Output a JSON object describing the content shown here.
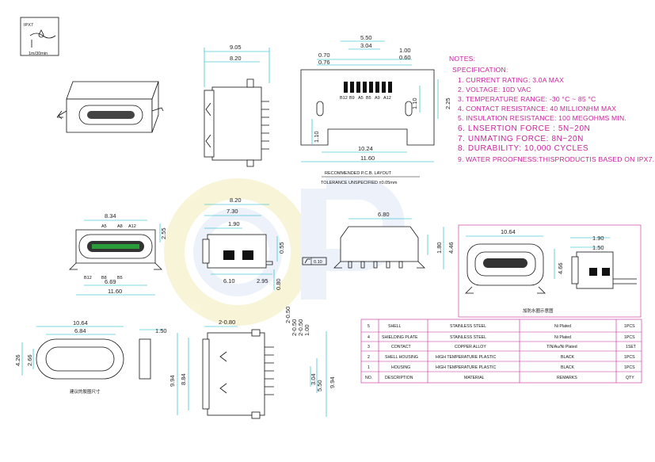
{
  "ipx_badge": {
    "title": "IPX7",
    "depth": "1m/30min"
  },
  "top_view": {
    "dims": [
      "9.05",
      "8.20"
    ]
  },
  "pcb_layout": {
    "dims_top": [
      "5.50",
      "3.04",
      "1.00",
      "0.60",
      "0.70",
      "0.76"
    ],
    "pins": [
      "B12",
      "B9",
      "A5",
      "B5",
      "A9",
      "A12"
    ],
    "dims_right": [
      "1.10",
      "2.25"
    ],
    "dims_left": "1.10",
    "dims_bottom": [
      "10.24",
      "11.60"
    ],
    "label": "RECOMMENDED  P.C.B. LAYOUT",
    "tolerance": "TOLERANCE UNSPECIFIED ±0.05mm"
  },
  "notes": {
    "heading": "NOTES:",
    "spec": "SPECIFICATION:",
    "items": [
      "1. CURRENT RATING: 3.0A MAX",
      "2. VOLTAGE: 10D VAC",
      "3. TEMPERATURE RANGE: -30 °C ~ 85 °C",
      "4. CONTACT RESISTANCE: 40 MILLIONHM MAX",
      "5. INSULATION RESISTANCE: 100 MEGOHMS MIN.",
      "6. LNSERTION FORCE : 5N~20N",
      "7. UNMATING FORCE: 8N~20N",
      "8. DURABILITY:   10,000 CYCLES",
      "9. WATER PROOFNESS:THISPRODUCTIS BASED ON IPX7."
    ]
  },
  "front_view": {
    "dims": [
      "8.34",
      "A5",
      "A8",
      "A12",
      "B12",
      "B8",
      "B5",
      "6.69",
      "11.60",
      "2.55"
    ]
  },
  "side_view": {
    "dims": [
      "8.20",
      "7.30",
      "1.90",
      "6.10",
      "2.95",
      "0.55",
      "0.80"
    ]
  },
  "flatness": "0.10",
  "rear_view": {
    "dims": [
      "6.80",
      "1.80",
      "4.46"
    ]
  },
  "waterproof_box": {
    "dims": [
      "10.64",
      "4.66",
      "1.90",
      "1.50"
    ],
    "caption": "加防水圈示意图"
  },
  "ring_view": {
    "dims": [
      "10.64",
      "6.84",
      "4.26",
      "2.66",
      "1.50"
    ],
    "caption": "建议的胶圈尺寸"
  },
  "bottom_view": {
    "dims": [
      "2-0.80",
      "2-0.50",
      "2-0.50",
      "2-0.50",
      "1.00",
      "3.04",
      "5.50",
      "9.94",
      "8.84",
      "9.94"
    ]
  },
  "bom": {
    "rows": [
      [
        "5",
        "SHELL",
        "STAINLESS STEEL",
        "Ni Plated",
        "1PCS"
      ],
      [
        "4",
        "SHIELDING PLATE",
        "STAINLESS STEEL",
        "Ni Plated",
        "1PCS"
      ],
      [
        "3",
        "CONTACT",
        "COPPER ALLOY",
        "TIN/Au/Ni Plated",
        "1SET"
      ],
      [
        "2",
        "SHELL HOUSING",
        "HIGH TEMPERATURE PLASTIC",
        "BLACK",
        "1PCS"
      ],
      [
        "1",
        "HOUSING",
        "HIGH TEMPERATURE PLASTIC",
        "BLACK",
        "1PCS"
      ]
    ],
    "header": [
      "NO.",
      "DESCRIPTION",
      "MATERIAL",
      "REMARKS",
      "QTY"
    ]
  },
  "colors": {
    "dimension": "#00b4c8",
    "notes": "#c8249a",
    "outline": "#111111",
    "watermark": "#e8edf8"
  }
}
